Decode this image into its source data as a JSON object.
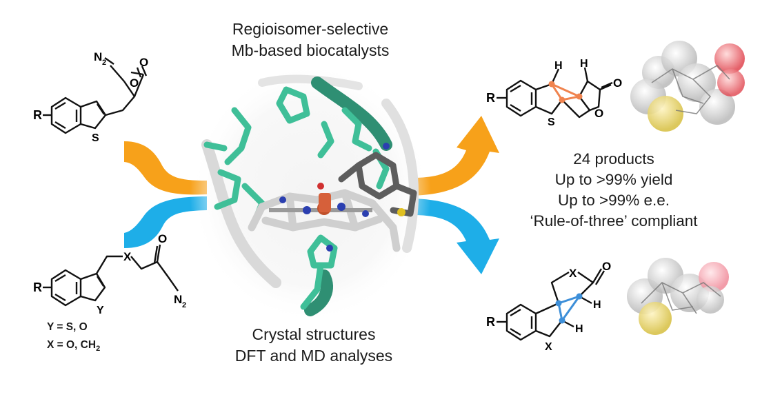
{
  "diagram": {
    "top_caption": [
      "Regioisomer-selective",
      "Mb-based biocatalysts"
    ],
    "bottom_caption": [
      "Crystal structures",
      "DFT and MD analyses"
    ],
    "results": [
      "24 products",
      "Up to >99% yield",
      "Up to >99% e.e.",
      "‘Rule-of-three’ compliant"
    ],
    "substrate_top": {
      "r_label": "R",
      "s_label": "S",
      "diazo_n": "N",
      "diazo_sub": "2",
      "o1": "O",
      "o2": "O"
    },
    "substrate_bottom": {
      "r_label": "R",
      "y_label": "Y",
      "x_label": "X",
      "o_label": "O",
      "diazo_n": "N",
      "diazo_sub": "2"
    },
    "conditions": {
      "y_line": "Y = S, O",
      "x_line_prefix": "X = O, CH",
      "x_line_sub": "2"
    },
    "product_top": {
      "r_label": "R",
      "s_label": "S",
      "o1": "O",
      "o2": "O",
      "h1": "H",
      "h2": "H"
    },
    "product_bottom": {
      "r_label": "R",
      "x_ring": "X",
      "x_lactone": "X",
      "o_label": "O",
      "h1": "H",
      "h2": "H"
    },
    "colors": {
      "orange_arrow": "#f7a11a",
      "blue_arrow": "#1eaee8",
      "protein_green": "#3fbf98",
      "cyclopropane_orange": "#f0834e",
      "cyclopropane_blue": "#3d8fd9",
      "sulfur_yellow": "#d8c24a",
      "oxygen_red": "#e0454f"
    }
  }
}
